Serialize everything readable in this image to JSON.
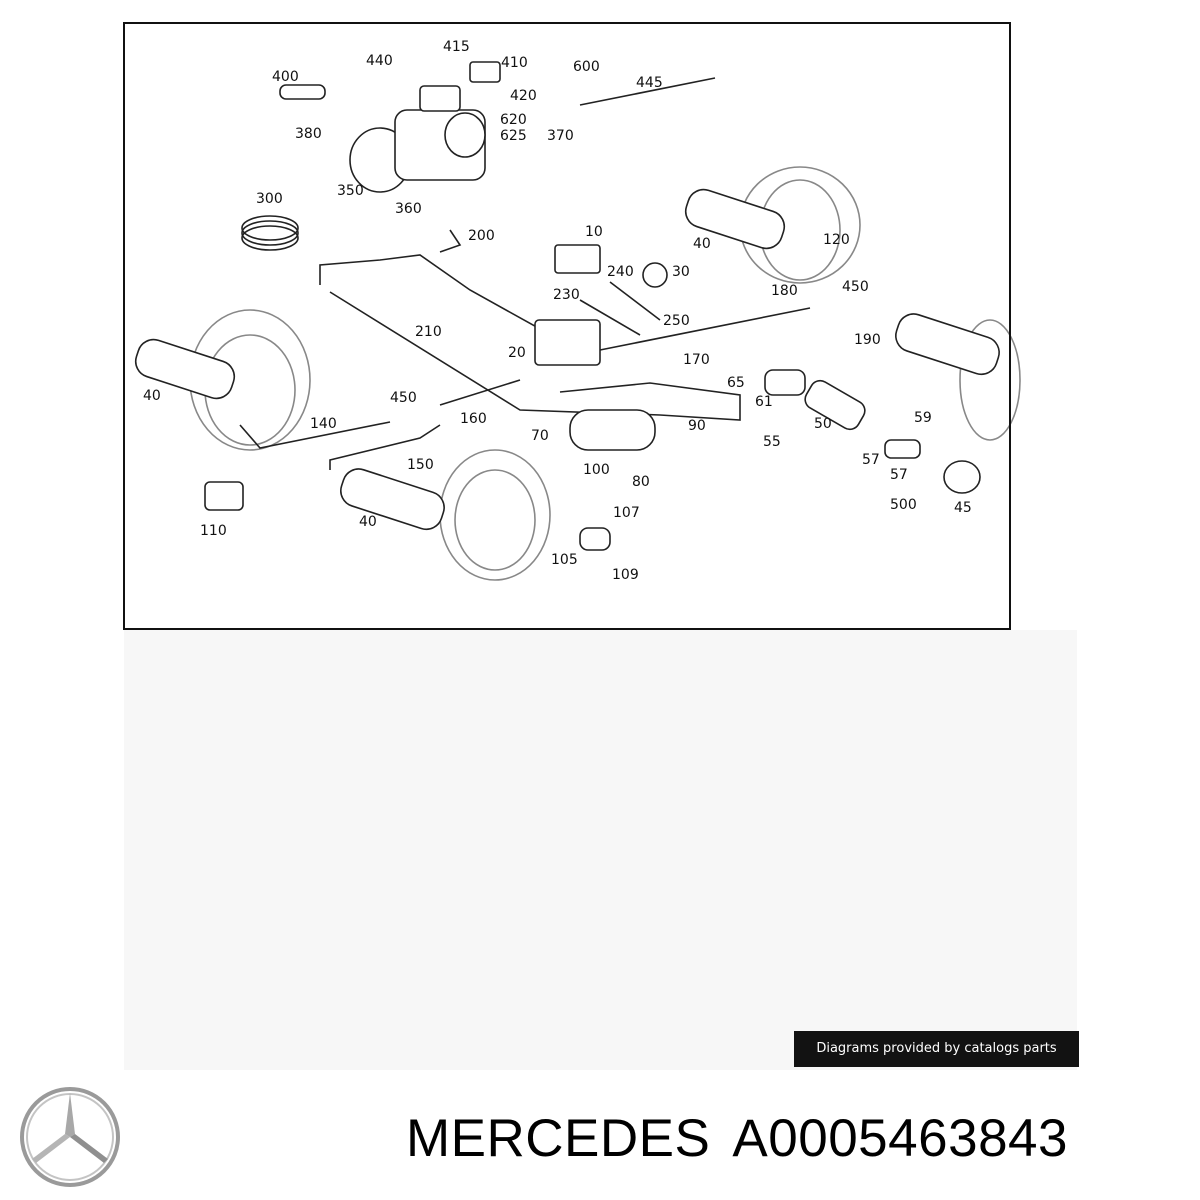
{
  "diagram": {
    "labels": [
      "415",
      "440",
      "410",
      "400",
      "420",
      "600",
      "445",
      "620",
      "625",
      "370",
      "380",
      "350",
      "300",
      "360",
      "10",
      "200",
      "40",
      "120",
      "240",
      "30",
      "230",
      "180",
      "450",
      "250",
      "210",
      "190",
      "20",
      "170",
      "40",
      "65",
      "61",
      "59",
      "450",
      "140",
      "160",
      "50",
      "70",
      "90",
      "55",
      "57",
      "100",
      "150",
      "57",
      "80",
      "500",
      "45",
      "107",
      "110",
      "40",
      "105",
      "109"
    ]
  },
  "credit": "Diagrams provided by catalogs parts",
  "brand": {
    "make": "MERCEDES",
    "part_number": "A0005463843"
  },
  "logo": {
    "icon": "mercedes-star-icon"
  }
}
